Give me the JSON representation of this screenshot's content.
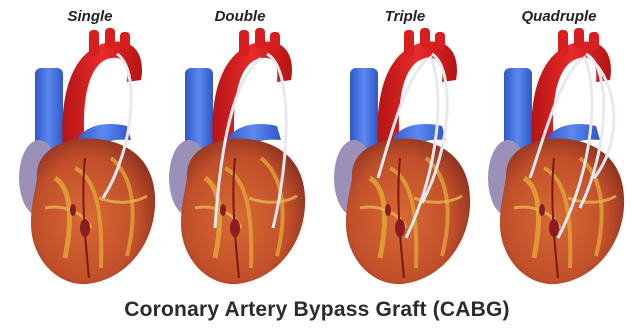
{
  "panels": [
    {
      "label": "Single",
      "color_grafts": 1
    },
    {
      "label": "Double",
      "color_grafts": 2
    },
    {
      "label": "Triple",
      "color_grafts": 3
    },
    {
      "label": "Quadruple",
      "color_grafts": 4
    }
  ],
  "caption": "Coronary Artery Bypass Graft (CABG)",
  "colors": {
    "aorta": "#d81e1e",
    "vein": "#3f6fe0",
    "heart_muscle": "#c8552b",
    "fat": "#e0a43a",
    "atrium": "#9a90b8",
    "graft": "#e8e8f0"
  }
}
